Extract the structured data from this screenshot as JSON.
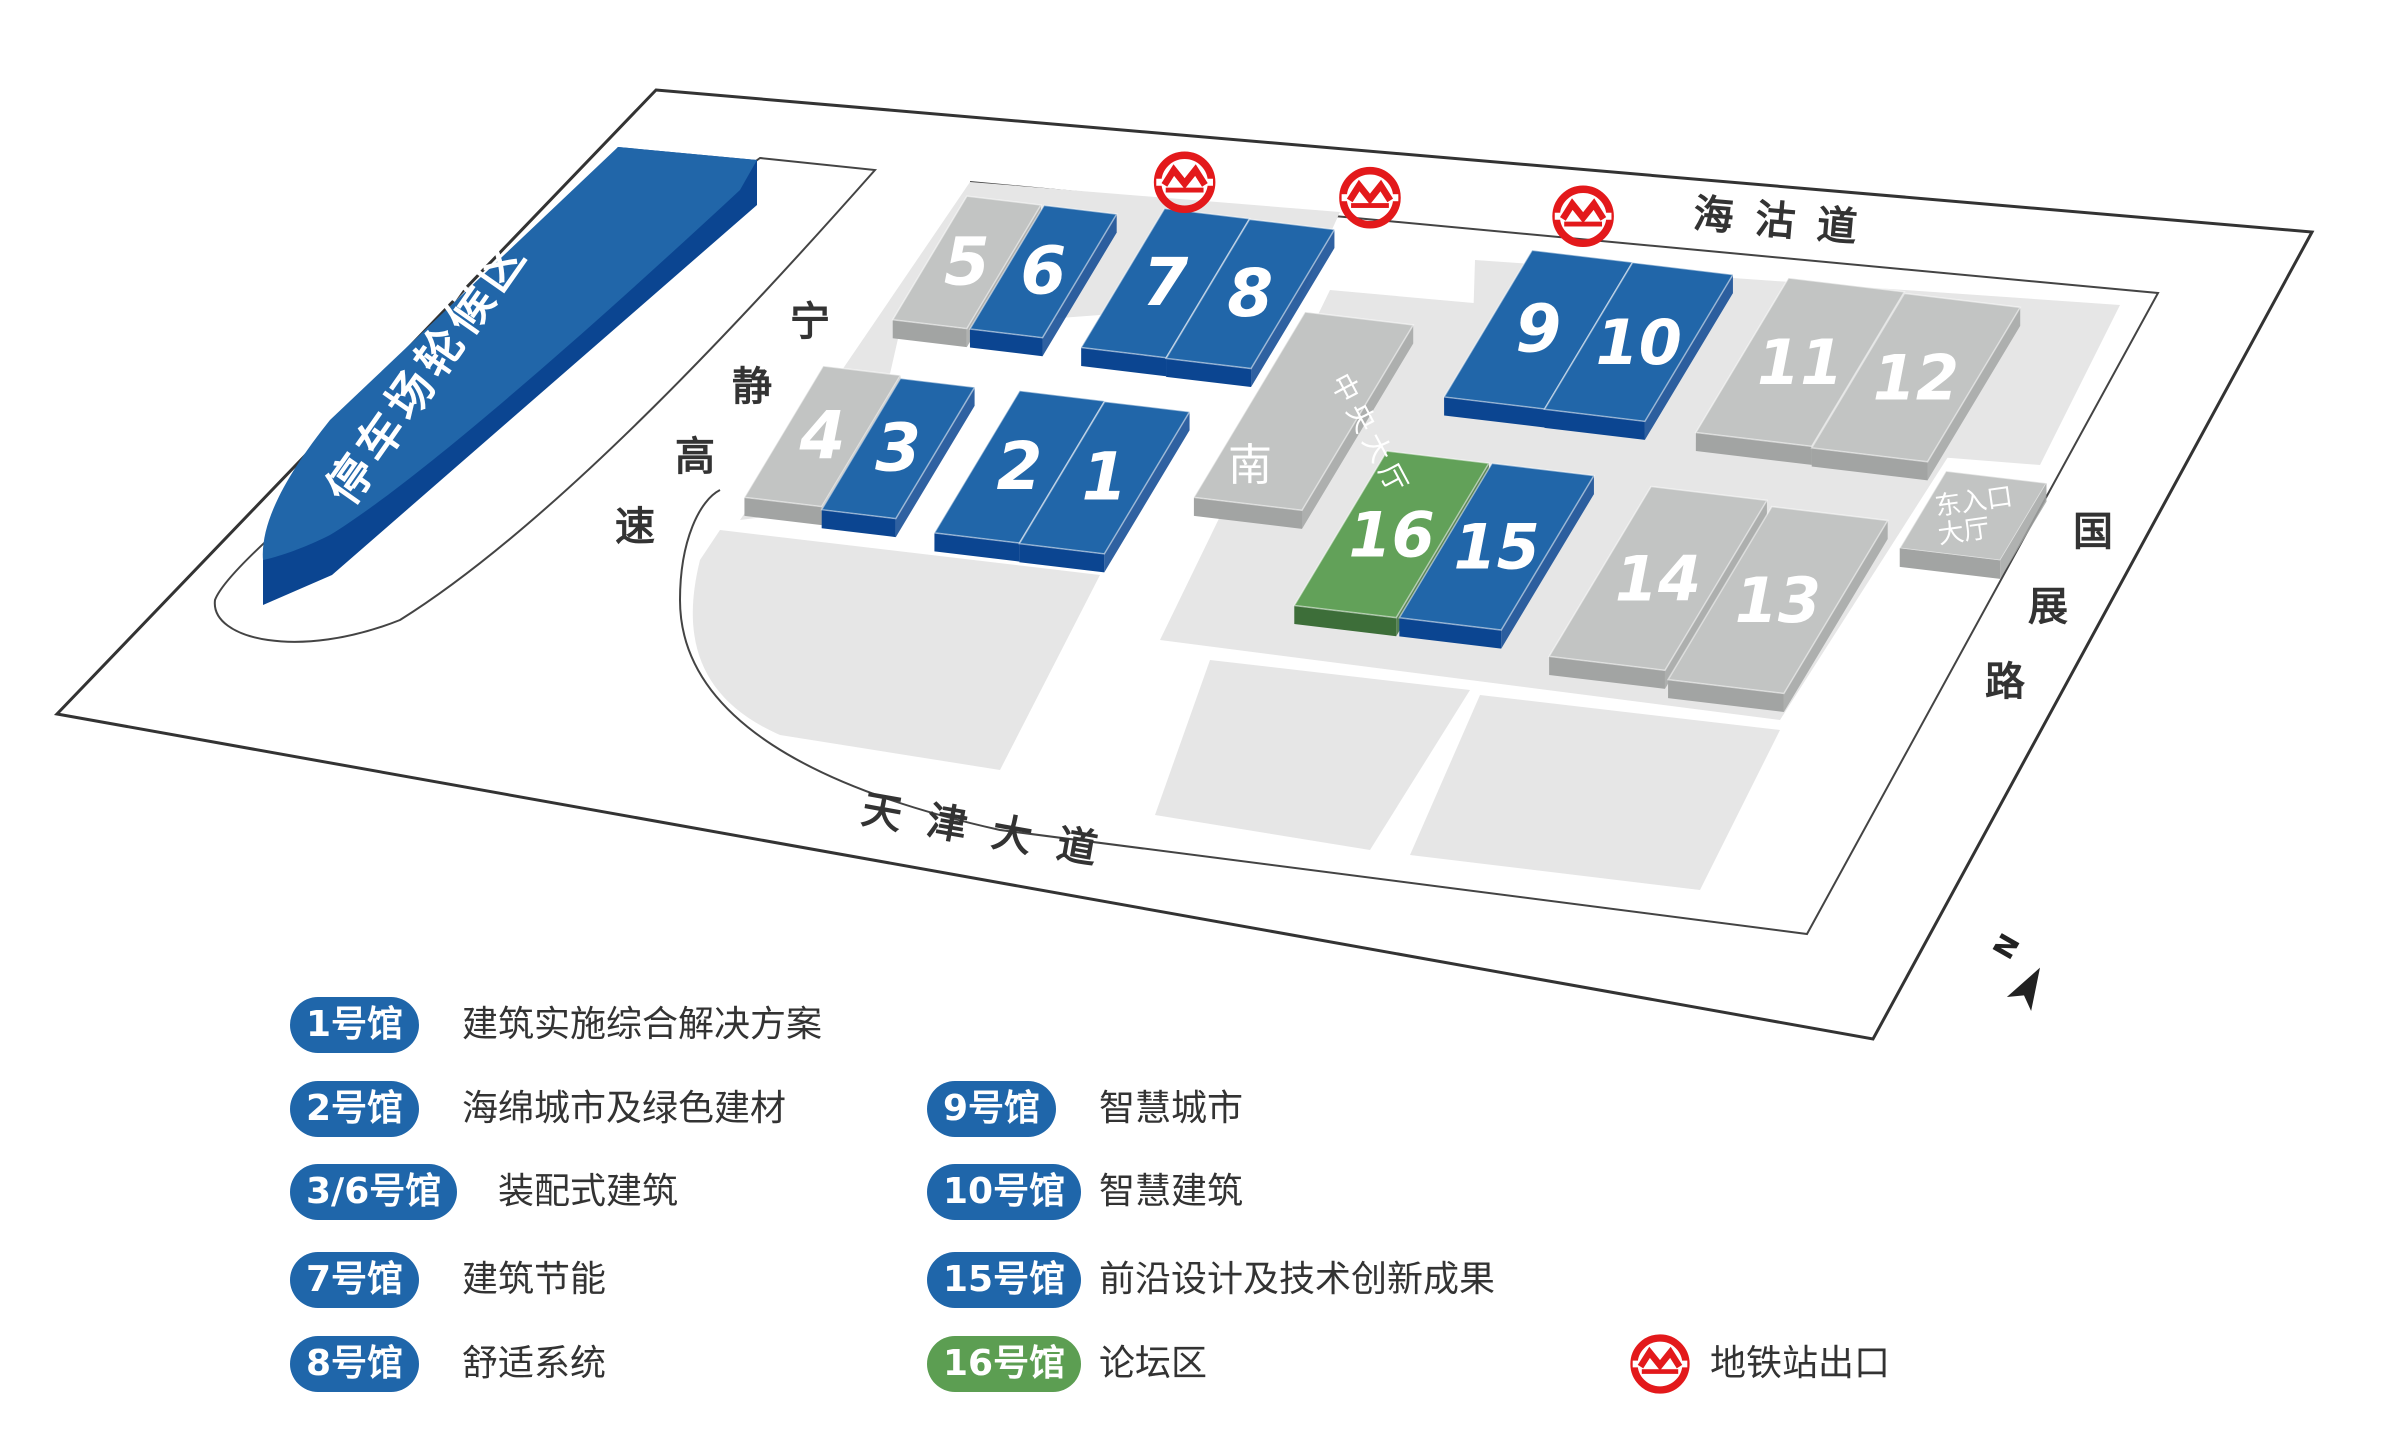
{
  "colors": {
    "blue": "#2166a9",
    "blue_side": "#0b4591",
    "gray": "#c2c4c3",
    "gray_side": "#a2a4a3",
    "green": "#62a159",
    "green_side": "#3d6e39",
    "metro": "#e3191b",
    "pill_blue": "#1f66aa",
    "pill_green": "#5c9e52"
  },
  "map": {
    "parking_label": "停车场轮候区",
    "roads": {
      "north": "海沽道",
      "south": "天津大道",
      "west": [
        "宁",
        "静",
        "高",
        "速"
      ],
      "east": [
        "国",
        "展",
        "路"
      ]
    },
    "central_hall": {
      "line1": "中央大厅",
      "line2": "南"
    },
    "east_entrance": {
      "line1": "东入口",
      "line2": "大厅"
    },
    "halls": [
      {
        "label": "5",
        "color": "gray"
      },
      {
        "label": "6",
        "color": "blue"
      },
      {
        "label": "7",
        "color": "blue"
      },
      {
        "label": "8",
        "color": "blue"
      },
      {
        "label": "4",
        "color": "gray"
      },
      {
        "label": "3",
        "color": "blue"
      },
      {
        "label": "2",
        "color": "blue"
      },
      {
        "label": "1",
        "color": "blue"
      },
      {
        "label": "9",
        "color": "blue"
      },
      {
        "label": "10",
        "color": "blue"
      },
      {
        "label": "11",
        "color": "gray"
      },
      {
        "label": "12",
        "color": "gray"
      },
      {
        "label": "16",
        "color": "green"
      },
      {
        "label": "15",
        "color": "blue"
      },
      {
        "label": "14",
        "color": "gray"
      },
      {
        "label": "13",
        "color": "gray"
      }
    ],
    "north_arrow": "N"
  },
  "legend": [
    {
      "badge": "1号馆",
      "text": "建筑实施综合解决方案",
      "color": "blue"
    },
    {
      "badge": "2号馆",
      "text": "海绵城市及绿色建材",
      "color": "blue"
    },
    {
      "badge": "3/6号馆",
      "text": "装配式建筑",
      "color": "blue"
    },
    {
      "badge": "7号馆",
      "text": "建筑节能",
      "color": "blue"
    },
    {
      "badge": "8号馆",
      "text": "舒适系统",
      "color": "blue"
    },
    {
      "badge": "9号馆",
      "text": "智慧城市",
      "color": "blue"
    },
    {
      "badge": "10号馆",
      "text": "智慧建筑",
      "color": "blue"
    },
    {
      "badge": "15号馆",
      "text": "前沿设计及技术创新成果",
      "color": "blue"
    },
    {
      "badge": "16号馆",
      "text": "论坛区",
      "color": "green"
    }
  ],
  "metro_legend": "地铁站出口"
}
